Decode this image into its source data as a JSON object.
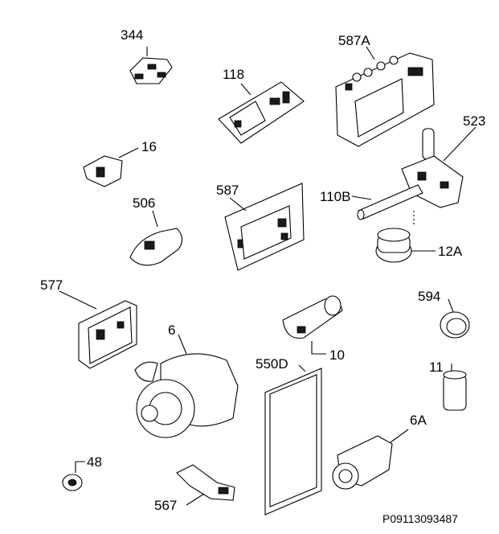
{
  "parts": {
    "p344": "344",
    "p587A": "587A",
    "p118": "118",
    "p523": "523",
    "p16": "16",
    "p110B": "110B",
    "p506": "506",
    "p587": "587",
    "p12A": "12A",
    "p577": "577",
    "p594": "594",
    "p6": "6",
    "p10": "10",
    "p550D": "550D",
    "p11": "11",
    "p6A": "6A",
    "p48": "48",
    "p567": "567"
  },
  "reference": "P09113093487"
}
